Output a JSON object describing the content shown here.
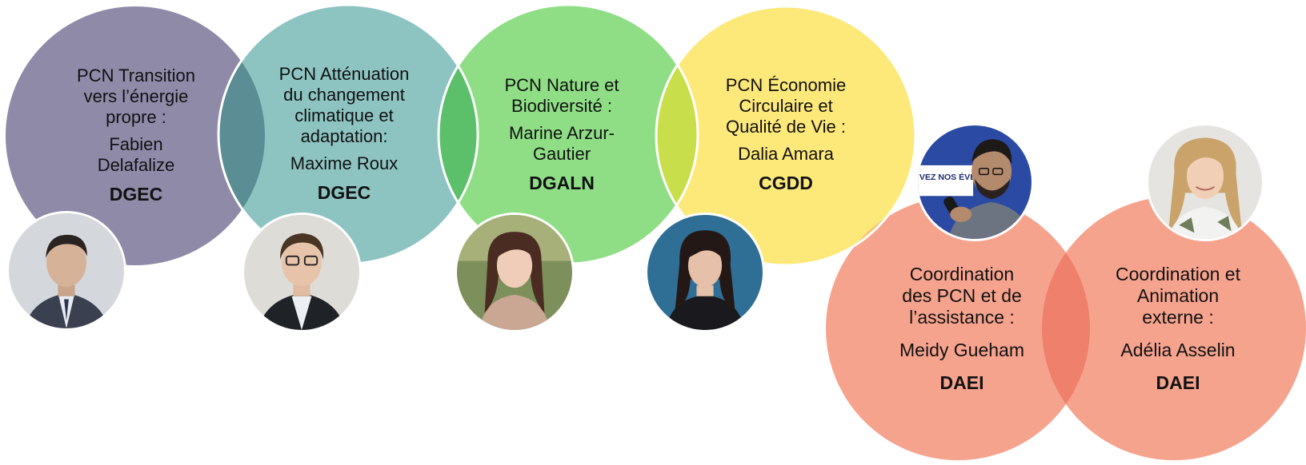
{
  "colors": {
    "dgec_energy": "#8f8aa8",
    "dgec_climate": "#8dc4c1",
    "dgaln": "#8fde86",
    "cgdd": "#fde87a",
    "daei": "#f6a38e"
  },
  "bubbles": [
    {
      "title_lines": [
        "PCN Transition",
        "vers l’énergie",
        "propre :"
      ],
      "name_lines": [
        "Fabien",
        "Delafalize"
      ],
      "org": "DGEC"
    },
    {
      "title_lines": [
        "PCN Atténuation",
        "du changement",
        "climatique et",
        "adaptation:"
      ],
      "name_lines": [
        "Maxime Roux"
      ],
      "org": "DGEC"
    },
    {
      "title_lines": [
        "PCN Nature et",
        "Biodiversité :"
      ],
      "name_lines": [
        "Marine Arzur-",
        "Gautier"
      ],
      "org": "DGALN"
    },
    {
      "title_lines": [
        "PCN Économie",
        "Circulaire et",
        "Qualité de Vie :"
      ],
      "name_lines": [
        "Dalia Amara"
      ],
      "org": "CGDD"
    },
    {
      "title_lines": [
        "Coordination",
        "des PCN et de",
        "l’assistance :"
      ],
      "name_lines": [
        "Meidy Gueham"
      ],
      "org": "DAEI"
    },
    {
      "title_lines": [
        "Coordination et",
        "Animation",
        "externe :"
      ],
      "name_lines": [
        "Adélia Asselin"
      ],
      "org": "DAEI"
    }
  ],
  "photo_banner_text": "VEZ NOS ÉVÈ"
}
